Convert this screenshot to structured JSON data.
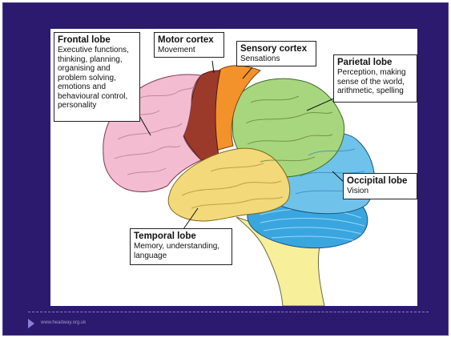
{
  "colors": {
    "background": "#2c1a6e",
    "frontal": "#f4bcd0",
    "motor": "#9b3a2a",
    "sensory": "#f3922b",
    "parietal": "#a8d67e",
    "occipital": "#6fc3ea",
    "temporal": "#f3d97a",
    "cerebellum": "#3aa6e0",
    "brainstem": "#f7ef9a"
  },
  "labels": {
    "frontal": {
      "title": "Frontal lobe",
      "desc": "Executive functions,\nthinking, planning,\norganising and\nproblem solving,\nemotions and\nbehavioural control,\npersonality"
    },
    "motor": {
      "title": "Motor cortex",
      "desc": "Movement"
    },
    "sensory": {
      "title": "Sensory cortex",
      "desc": "Sensations"
    },
    "parietal": {
      "title": "Parietal lobe",
      "desc": "Perception, making\nsense of the world,\narithmetic, spelling"
    },
    "occipital": {
      "title": "Occipital lobe",
      "desc": "Vision"
    },
    "temporal": {
      "title": "Temporal lobe",
      "desc": "Memory, understanding,\nlanguage"
    }
  },
  "footer": {
    "url": "www.headway.org.uk"
  }
}
